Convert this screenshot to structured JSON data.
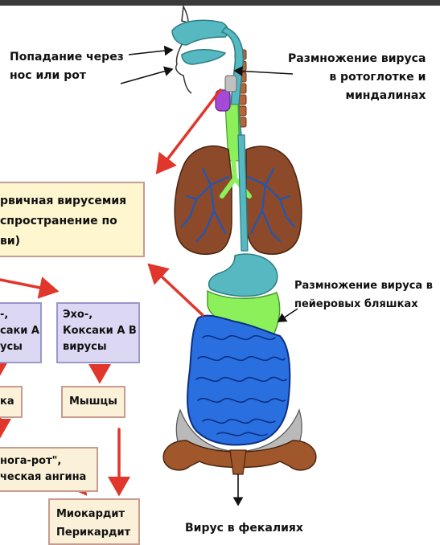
{
  "labels": {
    "entry": "Попадание через\nнос или рот",
    "pharynx": "Размножение вируса\nв ротоглотке и\nминдалинах",
    "peyer": "Размножение вируса в\nпейеровых бляшках",
    "feces": "Вирус в фекалиях"
  },
  "boxes": {
    "viremia": "рвичная вирусемия\nспространение по\nви)",
    "left_virus": "-,\nсаки А\nусы",
    "echo": "Эхо-,\nКоксаки А В\nвирусы",
    "skin": "ка",
    "muscles": "Мышцы",
    "handfoot": "нога-рот\",\nческая ангина",
    "myocarditis": "Миокардит\nПерикардит"
  },
  "colors": {
    "airway": "#56b8c0",
    "lung": "#8c4a2a",
    "lung_vessels": "#1d57b8",
    "intestine": "#2a6fe0",
    "peyer": "#8cf05a",
    "pelvis": "#a0572b",
    "arrow_red": "#e0362b",
    "spine": "#b8643a"
  }
}
